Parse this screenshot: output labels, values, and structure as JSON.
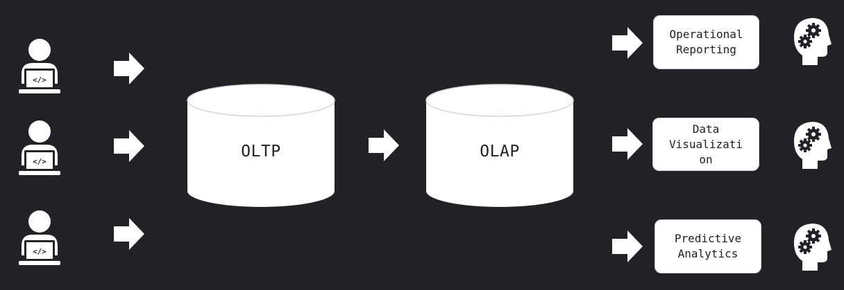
{
  "databases": {
    "oltp": "OLTP",
    "olap": "OLAP"
  },
  "outputs": [
    {
      "label_lines": [
        "Operational",
        "Reporting"
      ],
      "icon": "brain-gears-icon"
    },
    {
      "label_lines": [
        "Data",
        "Visualizati",
        "on"
      ],
      "icon": "brain-gears-icon"
    },
    {
      "label_lines": [
        "Predictive",
        "Analytics"
      ],
      "icon": "brain-gears-icon"
    }
  ],
  "users": [
    {
      "icon": "developer-laptop-icon"
    },
    {
      "icon": "developer-laptop-icon"
    },
    {
      "icon": "developer-laptop-icon"
    }
  ],
  "colors": {
    "background": "#202228",
    "shape_fill": "#ffffff",
    "outline": "#d9d9d9",
    "text": "#222222"
  }
}
